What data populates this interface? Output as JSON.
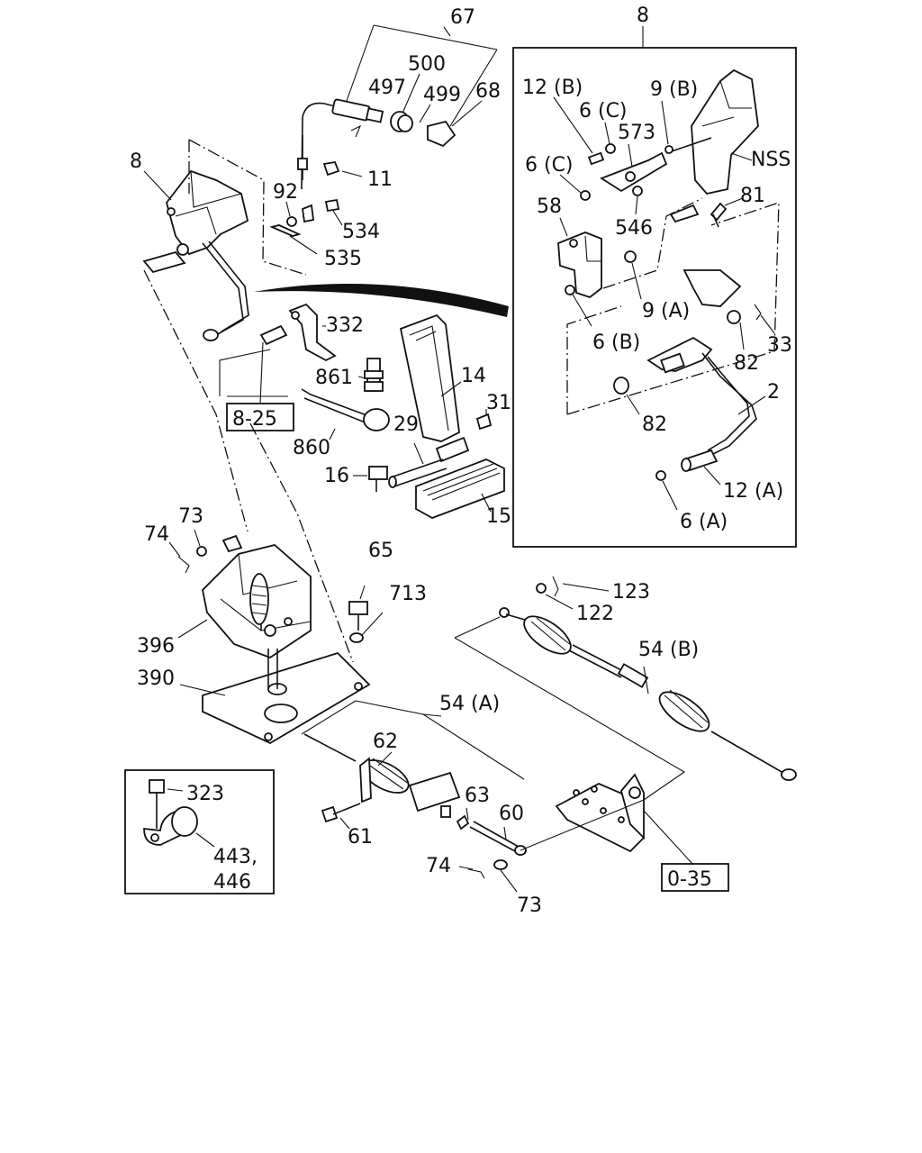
{
  "callouts": {
    "c67": "67",
    "c500": "500",
    "c497": "497",
    "c499": "499",
    "c68": "68",
    "c8_top": "8",
    "c8_left": "8",
    "c11": "11",
    "c92": "92",
    "c534": "534",
    "c535": "535",
    "c12B": "12 (B)",
    "c6C_a": "6 (C)",
    "c573": "573",
    "c9B": "9 (B)",
    "c6C_b": "6 (C)",
    "cNSS": "NSS",
    "c81": "81",
    "c58": "58",
    "c546": "546",
    "c9A": "9 (A)",
    "c6B": "6 (B)",
    "c33": "33",
    "c82_a": "82",
    "c82_b": "82",
    "c2": "2",
    "c12A": "12 (A)",
    "c6A": "6 (A)",
    "c332": "332",
    "c861": "861",
    "c14": "14",
    "c31": "31",
    "c860": "860",
    "c29": "29",
    "c16": "16",
    "c15": "15",
    "c73_top": "73",
    "c74_top": "74",
    "c65": "65",
    "c713": "713",
    "c396": "396",
    "c390": "390",
    "c123": "123",
    "c122": "122",
    "c54B": "54 (B)",
    "c54A": "54 (A)",
    "c62": "62",
    "c63": "63",
    "c60": "60",
    "c61": "61",
    "c74_bot": "74",
    "c73_bot": "73",
    "c323": "323",
    "c443": "443,",
    "c446": "446"
  },
  "refs": {
    "r825": "8-25",
    "r035": "0-35"
  }
}
